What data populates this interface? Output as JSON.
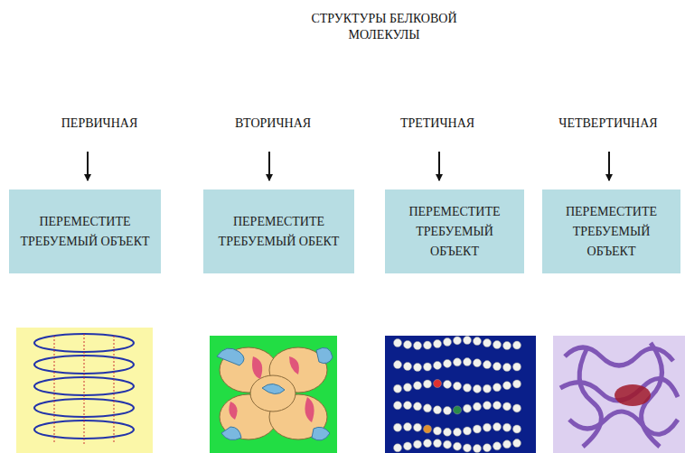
{
  "diagram": {
    "title": "СТРУКТУРЫ БЕЛКОВОЙ МОЛЕКУЛЫ",
    "nodes": [
      {
        "text": [
          "ПЕРЕМЕСТИТЕ ТРЕБУЕМЫЙ ОБЪЕКТ"
        ]
      },
      {
        "text": [
          "ПЕРЕМЕСТИТЕ ТРЕБУЕМЫЙ ОБЕКТ"
        ]
      },
      {
        "text": [
          "ПЕРЕМЕСТИТЕ ТРЕБУЕМЫЙ ОБЪЕКТ"
        ]
      },
      {
        "text": [
          "ПЕРЕМЕСТИТЕ ТРЕБУЕМЫЙ ОБЪЕКТ"
        ]
      }
    ],
    "labels": [
      "ПЕРВИЧНАЯ",
      "ВТОРИЧНАЯ",
      "ТРЕТИЧНАЯ",
      "ЧЕТВЕРТИЧНАЯ"
    ]
  }
}
